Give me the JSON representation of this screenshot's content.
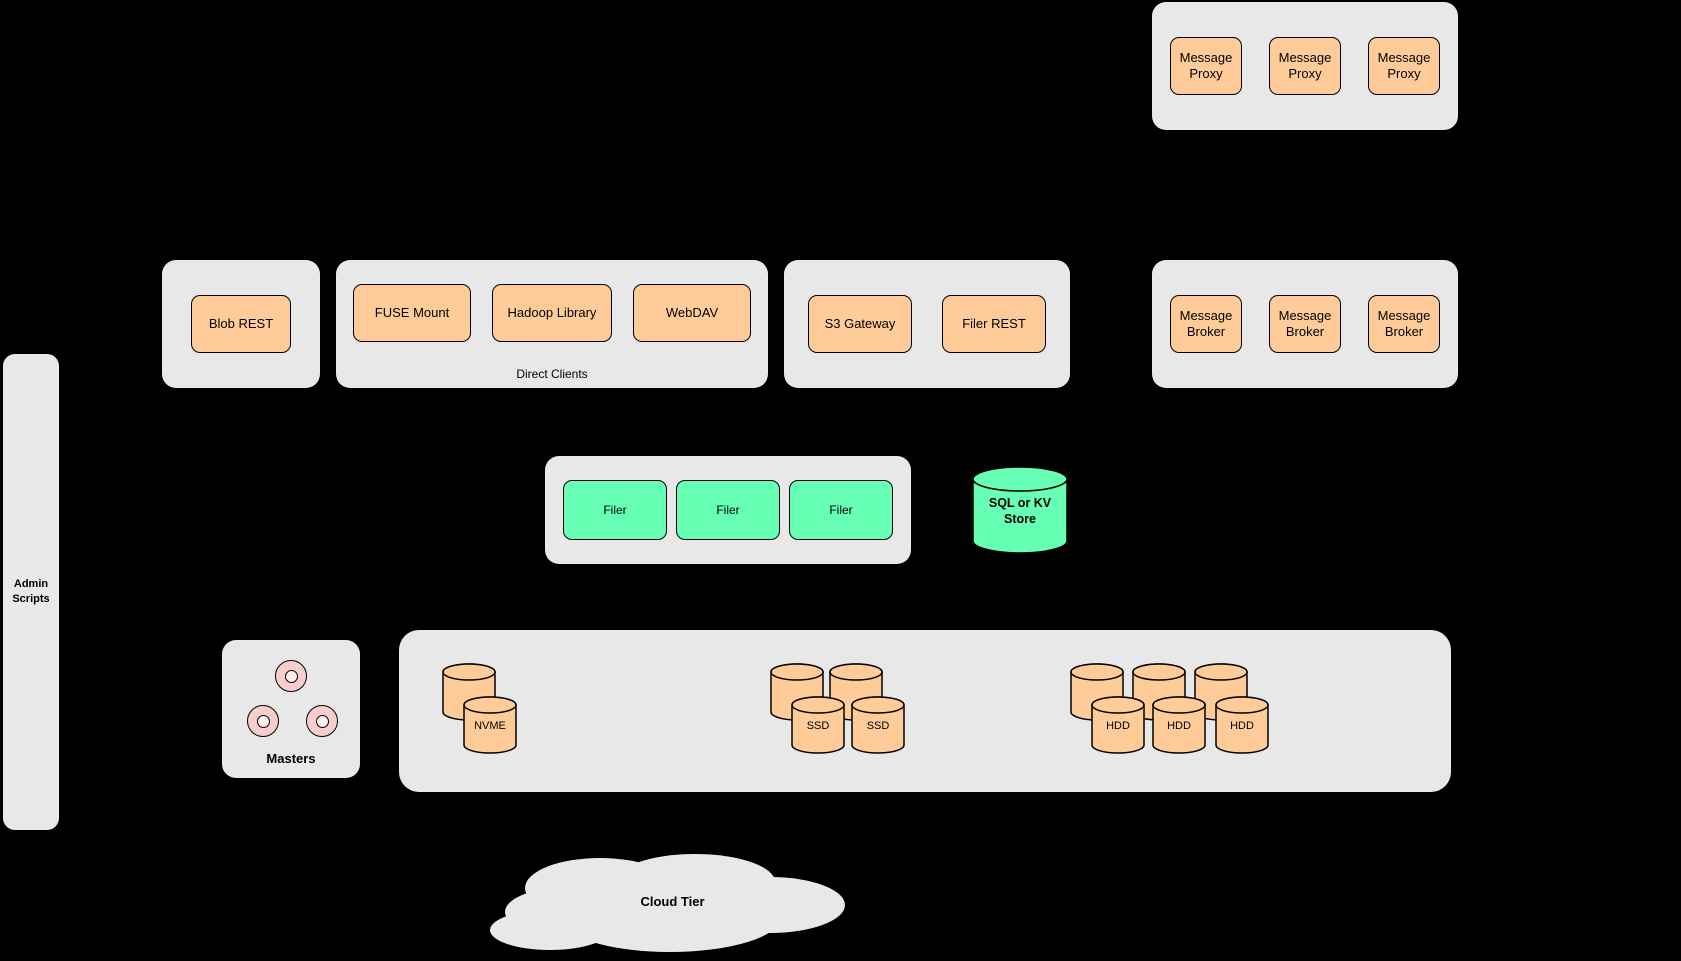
{
  "colors": {
    "background": "#000000",
    "container_fill": "#e8e8e8",
    "node_orange": "#ffcc99",
    "node_green": "#66ffb3",
    "node_pink": "#f8cecc",
    "stroke": "#000000"
  },
  "top": {
    "message_proxies": [
      "Message Proxy",
      "Message Proxy",
      "Message Proxy"
    ]
  },
  "clients_row": {
    "blob_rest": "Blob REST",
    "direct_clients": {
      "caption": "Direct Clients",
      "items": [
        "FUSE Mount",
        "Hadoop Library",
        "WebDAV"
      ]
    },
    "gateway": [
      "S3 Gateway",
      "Filer REST"
    ],
    "message_brokers": [
      "Message Broker",
      "Message Broker",
      "Message Broker"
    ]
  },
  "filer_row": {
    "filers": [
      "Filer",
      "Filer",
      "Filer"
    ],
    "store_label": "SQL or KV Store"
  },
  "admin": {
    "label": "Admin Scripts"
  },
  "storage_row": {
    "masters": {
      "label": "Masters"
    },
    "volumes": {
      "nvme": [
        "",
        "NVME"
      ],
      "ssd": [
        "",
        "",
        "SSD",
        "SSD"
      ],
      "hdd": [
        "",
        "",
        "",
        "HDD",
        "HDD",
        "HDD"
      ]
    }
  },
  "cloud": {
    "label": "Cloud Tier"
  }
}
